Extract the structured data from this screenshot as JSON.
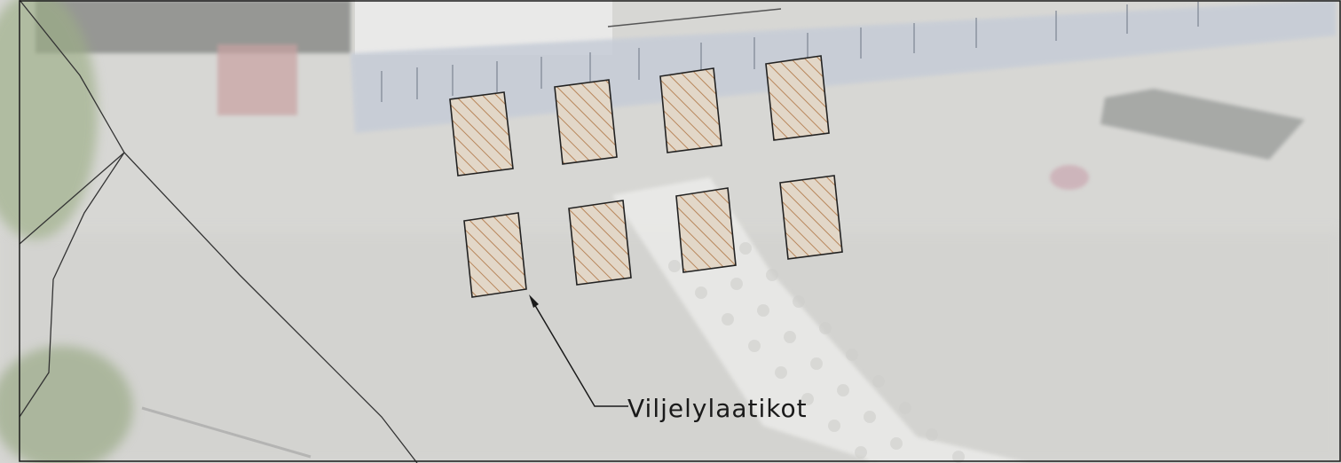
{
  "plan": {
    "callout_label": "Viljelylaatikot",
    "feature_name": "planting-box",
    "feature_count": 8,
    "colors": {
      "ground": "#d6d6d3",
      "building_roof": "#c3cad6",
      "box_fill": "#e2d7c8",
      "box_hatch": "#b8865b",
      "box_outline": "#222222",
      "linework": "#333333",
      "vegetation": "#9cae86"
    }
  }
}
